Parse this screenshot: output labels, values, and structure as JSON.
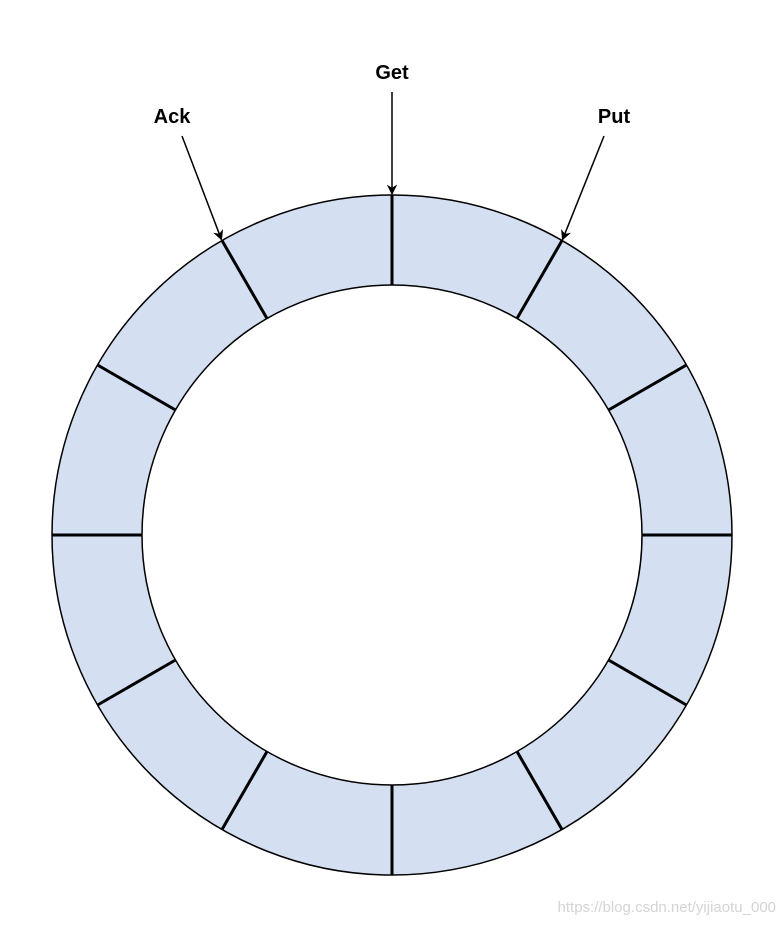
{
  "diagram": {
    "slot_count": 12,
    "colors": {
      "ring_fill": "#d4e0f2",
      "stroke": "#000000",
      "background": "#ffffff"
    },
    "pointers": [
      {
        "id": "get",
        "label": "Get",
        "slot_boundary": 0
      },
      {
        "id": "ack",
        "label": "Ack",
        "slot_boundary": 11
      },
      {
        "id": "put",
        "label": "Put",
        "slot_boundary": 1
      }
    ]
  },
  "watermark": "https://blog.csdn.net/yijiaotu_000"
}
